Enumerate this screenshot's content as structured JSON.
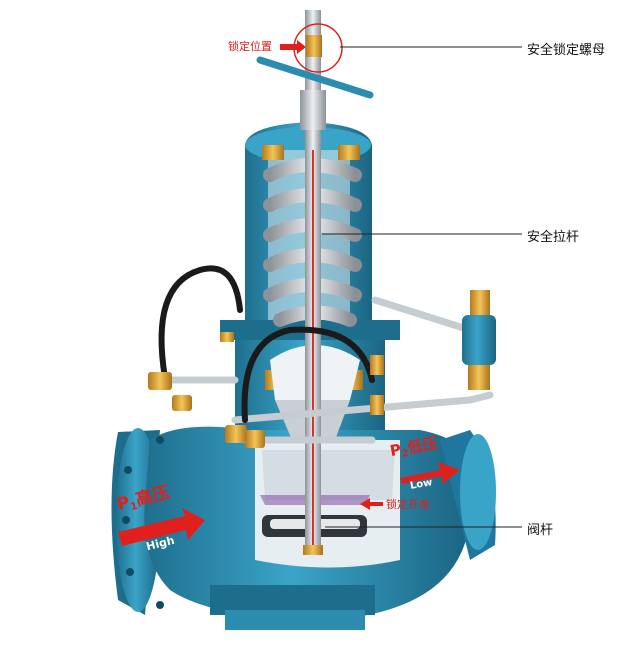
{
  "labels": {
    "lock_position": "锁定位置",
    "safety_lock_nut": "安全锁定螺母",
    "safety_pull_rod": "安全拉杆",
    "locked_opening": "锁定开度",
    "valve_stem": "阀杆"
  },
  "pressure": {
    "high_prefix": "P",
    "high_sub": "1",
    "high_text": "高压",
    "high_en": "High",
    "low_prefix": "P",
    "low_sub": "2",
    "low_text": "低压",
    "low_en": "Low"
  },
  "colors": {
    "body_blue": "#2b8cb0",
    "body_dark": "#1d6d8c",
    "spring_silver": "#c9cdd2",
    "brass": "#e0a93a",
    "accent_red": "#e0201c",
    "rod_red": "#d6322a"
  }
}
